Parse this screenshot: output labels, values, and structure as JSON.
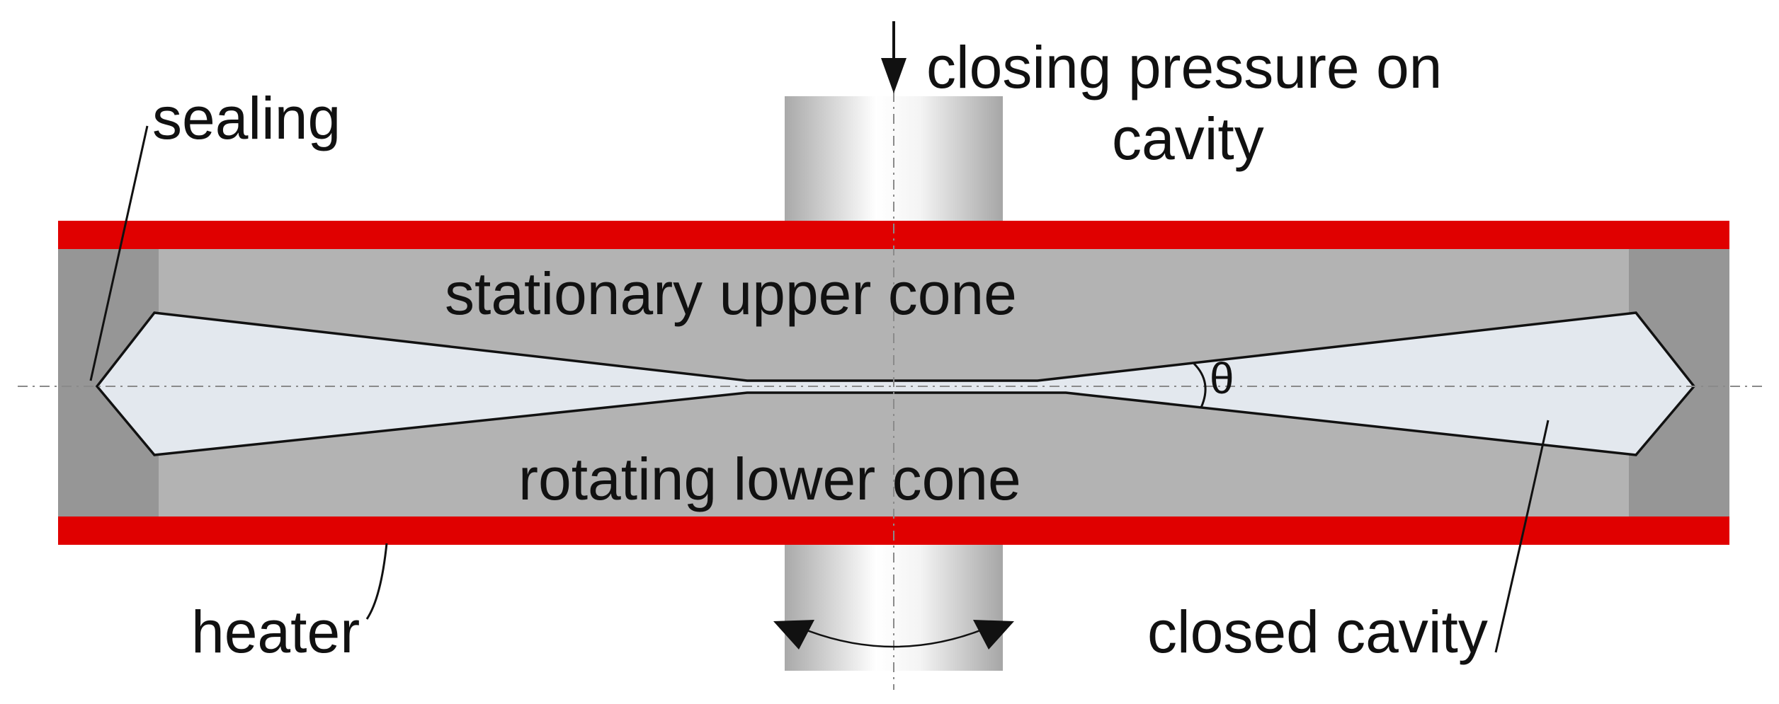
{
  "labels": {
    "closing_pressure_line1": "closing pressure on",
    "closing_pressure_line2": "cavity",
    "sealing": "sealing",
    "stationary_upper_cone": "stationary upper cone",
    "rotating_lower_cone": "rotating lower cone",
    "theta": "θ",
    "heater": "heater",
    "closed_cavity": "closed cavity"
  },
  "colors": {
    "heater": "#e00000",
    "cone_body": "#b3b3b3",
    "cone_edge": "#969696",
    "cavity": "#e3e8ee",
    "shaft_dark": "#aaaaaa",
    "shaft_light": "#ffffff",
    "outline": "#111111",
    "centerline": "#8a8a8a"
  }
}
